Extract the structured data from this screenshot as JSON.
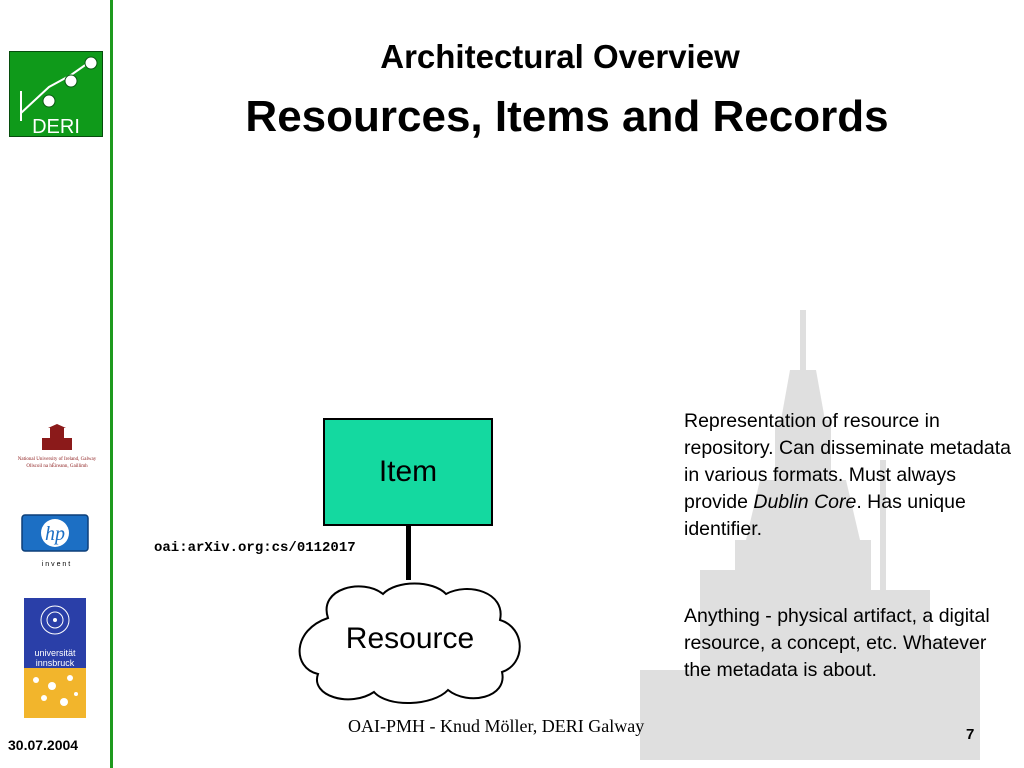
{
  "slide": {
    "title_line1": "Architectural Overview",
    "title_line2": "Resources, Items and Records",
    "date": "30.07.2004",
    "footer": "OAI-PMH - Knud Möller, DERI Galway",
    "page_number": "7"
  },
  "logos": {
    "deri": "DERI",
    "nui_line1": "National University of Ireland, Galway",
    "nui_line2": "Ollscoil na hÉireann, Gaillimh",
    "hp": "hp",
    "hp_tagline": "i n v e n t",
    "innsbruck_line1": "universität",
    "innsbruck_line2": "innsbruck"
  },
  "diagram": {
    "item_label": "Item",
    "identifier": "oai:arXiv.org:cs/0112017",
    "resource_label": "Resource",
    "item_desc_before": "Representation of resource in repository. Can disseminate metadata in various formats. Must always provide ",
    "item_desc_em": "Dublin Core",
    "item_desc_after": ". Has unique identifier.",
    "resource_desc": "Anything - physical artifact, a digital resource, a concept, etc. Whatever the metadata is about."
  },
  "colors": {
    "accent_green": "#1e9a1e",
    "item_fill": "#14d9a0",
    "hp_blue": "#1c6fc4",
    "nui_red": "#8b1a1a"
  }
}
